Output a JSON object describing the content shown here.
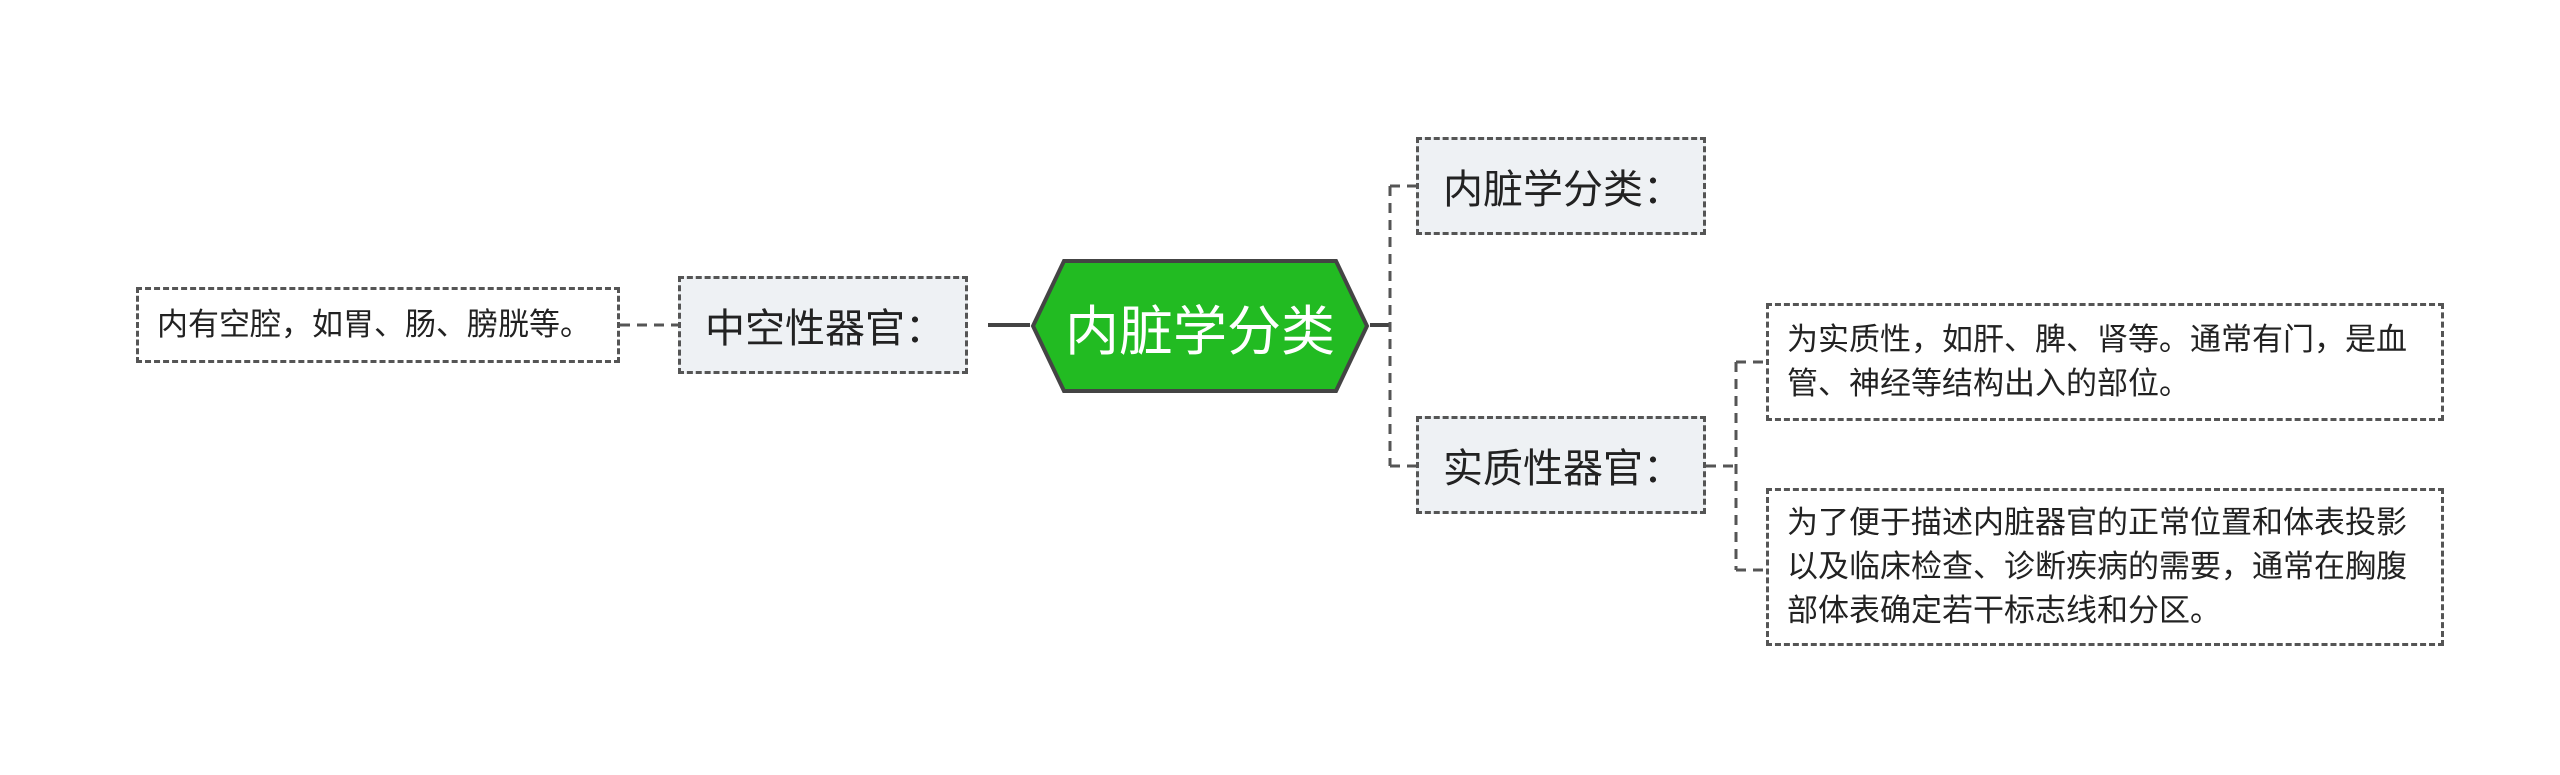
{
  "mindmap": {
    "root": {
      "label": "内脏学分类",
      "fill": "#22bb22",
      "stroke": "#444444"
    },
    "left_branch": {
      "label": "中空性器官：",
      "leaf": "内有空腔，如胃、肠、膀胱等。"
    },
    "right_branches": [
      {
        "label": "内脏学分类："
      },
      {
        "label": "实质性器官：",
        "leaves": [
          "为实质性，如肝、脾、肾等。通常有门，是血管、神经等结构出入的部位。",
          "为了便于描述内脏器官的正常位置和体表投影以及临床检查、诊断疾病的需要，通常在胸腹部体表确定若干标志线和分区。"
        ]
      }
    ]
  }
}
